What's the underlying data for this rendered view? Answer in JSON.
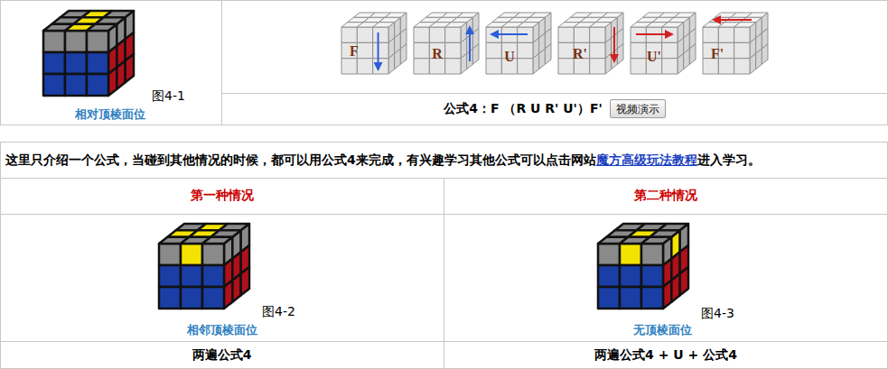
{
  "diagram": {
    "nodes": [
      {
        "text": [
          "图4-1",
          "相对顶棱面位"
        ]
      },
      {
        "text": [
          "公式4：F （R U R' U'）F'"
        ]
      },
      {
        "text": [
          "视频演示"
        ],
        "in": 1
      },
      {
        "text": [
          "这里只介绍一个公式，当碰到其他情况的时候，都可以用公式4来完成，有兴趣学习其他公式可以点击网站",
          "魔方高级玩法教程",
          "进入学习。"
        ]
      },
      {
        "text": [
          "第一种情况"
        ]
      },
      {
        "text": [
          "第二种情况"
        ]
      },
      {
        "text": [
          "图4-2",
          "相邻顶棱面位"
        ]
      },
      {
        "text": [
          "图4-3",
          "无顶棱面位"
        ]
      },
      {
        "text": [
          "两遍公式4"
        ]
      },
      {
        "text": [
          "两遍公式4 + U + 公式4"
        ]
      }
    ],
    "labels": [
      "F",
      "R",
      "U",
      "R'",
      "U'",
      "F'"
    ]
  }
}
